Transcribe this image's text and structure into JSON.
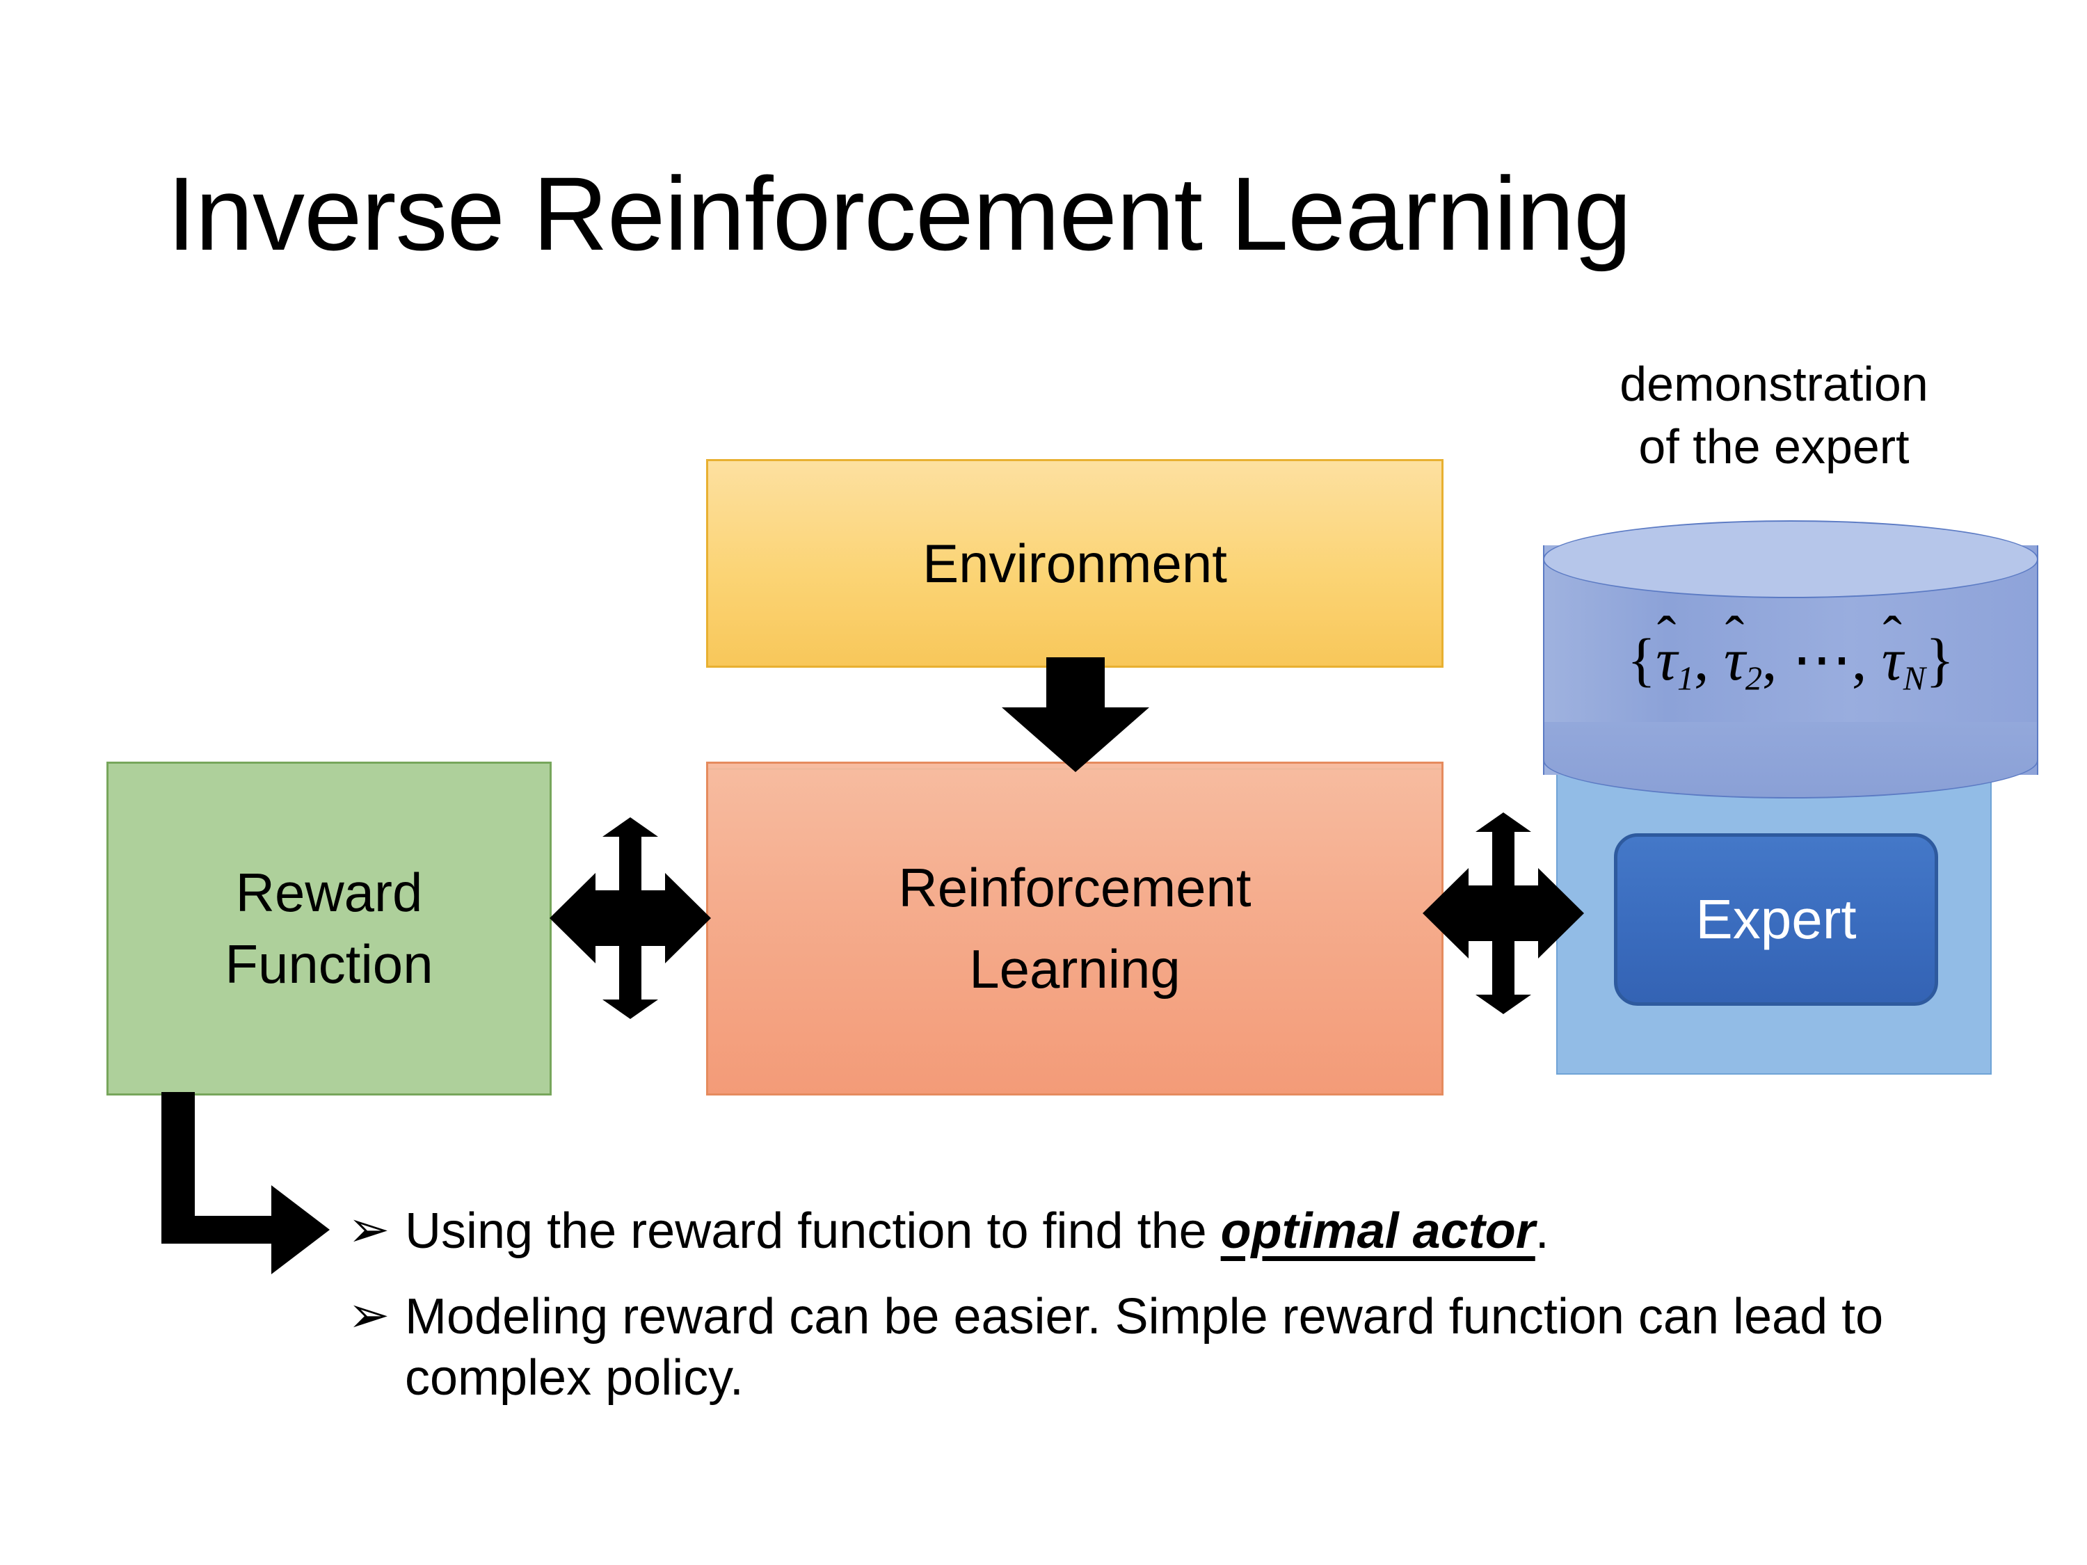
{
  "slide": {
    "title": "Inverse Reinforcement Learning",
    "background_color": "#FFFFFF"
  },
  "diagram": {
    "nodes": {
      "environment": {
        "label": "Environment",
        "fill_color": "#FBD475",
        "border_color": "#E8B031"
      },
      "reward_function": {
        "label_line1": "Reward",
        "label_line2": "Function",
        "fill_color": "#AED09B",
        "border_color": "#77A65B"
      },
      "reinforcement_learning": {
        "label_line1": "Reinforcement",
        "label_line2": "Learning",
        "fill_color": "#F5AD8E",
        "border_color": "#E58B5E"
      },
      "expert_panel": {
        "fill_color": "#92BCE6",
        "border_color": "#6FA3D6"
      },
      "expert_button": {
        "label": "Expert",
        "fill_color": "#3A6CBE",
        "border_color": "#2E5A9E",
        "text_color": "#FFFFFF"
      },
      "demonstration_cylinder": {
        "caption_line1": "demonstration",
        "caption_line2": "of the expert",
        "formula_open": "{",
        "formula_tau": "τ",
        "formula_hat": "̂",
        "formula_sub1": "1",
        "formula_sub2": "2",
        "formula_ellipsis": "⋯",
        "formula_subN": "N",
        "formula_comma": ",",
        "formula_close": "}",
        "formula_plain": "{τ̂1, τ̂2, ⋯, τ̂N}",
        "body_color": "#93A8DB",
        "top_color": "#B6C6EA",
        "border_color": "#5C7BC4"
      }
    },
    "connectors": {
      "env_to_rl": {
        "icon": "down-block-arrow",
        "direction": "down",
        "color": "#000000"
      },
      "reward_rl": {
        "icon": "quad-arrow",
        "direction": "bidirectional-horizontal",
        "color": "#000000"
      },
      "rl_expert": {
        "icon": "quad-arrow",
        "direction": "bidirectional-horizontal",
        "color": "#000000"
      },
      "reward_to_bullets": {
        "icon": "elbow-arrow-right",
        "direction": "down-then-right",
        "color": "#000000"
      }
    }
  },
  "bullets": {
    "marker": "➢",
    "items": [
      {
        "prefix": "Using the reward function to find the ",
        "emphasis": "optimal actor",
        "suffix": "."
      },
      {
        "prefix": "Modeling reward can be easier. Simple reward function can lead to complex policy.",
        "emphasis": "",
        "suffix": ""
      }
    ]
  }
}
